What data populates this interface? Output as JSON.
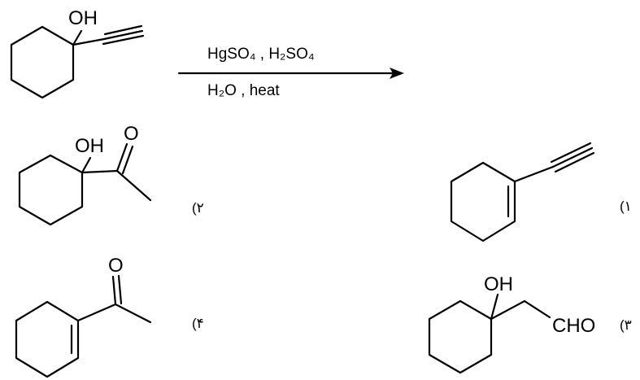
{
  "header_text": "",
  "colors": {
    "ink": "#000000",
    "background": "#ffffff"
  },
  "reaction": {
    "reagents_above": "HgSO₄ , H₂SO₄",
    "reagents_below": "H₂O , heat"
  },
  "atoms": {
    "reactant_oh": "OH",
    "opt2_oh": "OH",
    "opt2_o": "O",
    "opt4_o": "O",
    "opt3_oh": "OH",
    "opt3_cho": "CHO"
  },
  "options": [
    {
      "id": "1",
      "label": "(۱"
    },
    {
      "id": "2",
      "label": "(۲"
    },
    {
      "id": "3",
      "label": "(۳"
    },
    {
      "id": "4",
      "label": "(۴"
    }
  ]
}
